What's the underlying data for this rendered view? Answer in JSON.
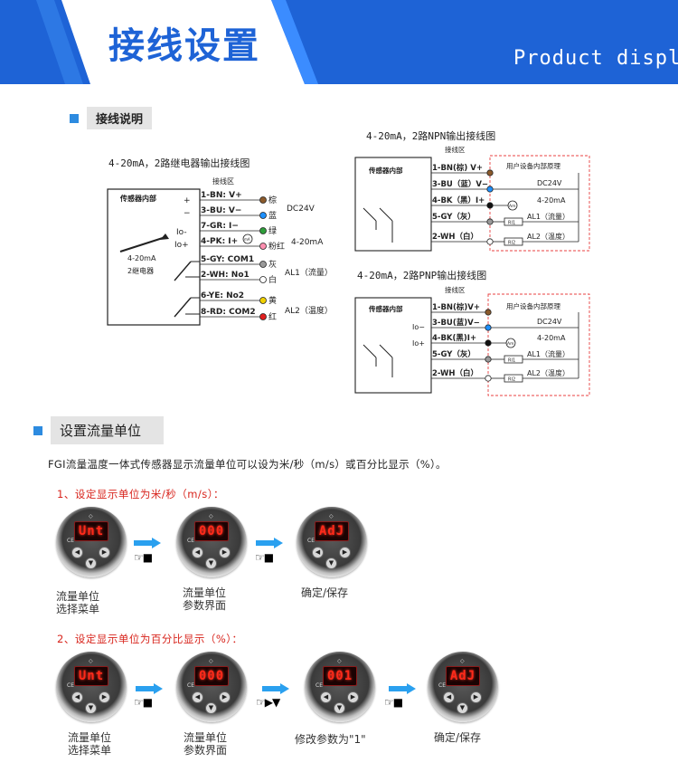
{
  "banner": {
    "title": "接线设置",
    "subtitle": "Product display",
    "color": "#1e63d6"
  },
  "wiring_section": {
    "heading": "接线说明",
    "relay_diagram": {
      "title": "4-20mA，2路继电器输出接线图",
      "terminal_area": "接线区",
      "sensor_inside": "传感器内部",
      "plus": "+",
      "minus": "−",
      "io_minus": "Io-",
      "io_plus": "Io+",
      "ma_label": "4-20mA",
      "relay_label": "2继电器",
      "ma_meter": "mA",
      "terminals": [
        {
          "label": "1-BN: V+",
          "color_name": "棕",
          "dot": "#8b5a2b"
        },
        {
          "label": "3-BU: V−",
          "color_name": "蓝",
          "dot": "#1e90ff"
        },
        {
          "label": "7-GR: I−",
          "color_name": "绿",
          "dot": "#2e9e3a"
        },
        {
          "label": "4-PK: I+",
          "color_name": "粉红",
          "dot": "#ff8fb0"
        },
        {
          "label": "5-GY: COM1",
          "color_name": "灰",
          "dot": "#9a9a9a"
        },
        {
          "label": "2-WH: No1",
          "color_name": "白",
          "dot": "#ffffff"
        },
        {
          "label": "6-YE: No2",
          "color_name": "黄",
          "dot": "#f0d000"
        },
        {
          "label": "8-RD: COM2",
          "color_name": "红",
          "dot": "#e01e1e"
        }
      ],
      "right_labels": {
        "dc": "DC24V",
        "ma": "4-20mA",
        "al1": "AL1（流量）",
        "al2": "AL2（温度）"
      }
    },
    "npn_diagram": {
      "title": "4-20mA，2路NPN输出接线图",
      "terminal_area": "接线区",
      "sensor_inside": "传感器内部",
      "user_box": "用户设备内部原理",
      "terminals": [
        {
          "label": "1-BN(棕) V+",
          "dot": "#8b5a2b"
        },
        {
          "label": "3-BU（蓝）V−",
          "dot": "#1e90ff"
        },
        {
          "label": "4-BK（黑）I+",
          "dot": "#111111"
        },
        {
          "label": "5-GY（灰）",
          "dot": "#9a9a9a"
        },
        {
          "label": "2-WH（白）",
          "dot": "#ffffff"
        }
      ],
      "dc": "DC24V",
      "ma": "4-20mA",
      "meter": "Am",
      "al1": "AL1（流量）",
      "al2": "AL2（温度）",
      "ri1": "RI1",
      "ri2": "RI2"
    },
    "pnp_diagram": {
      "title": "4-20mA，2路PNP输出接线图",
      "terminal_area": "接线区",
      "sensor_inside": "传感器内部",
      "user_box": "用户设备内部原理",
      "io_minus": "Io−",
      "io_plus": "Io+",
      "terminals": [
        {
          "label": "1-BN(棕)V+",
          "dot": "#8b5a2b"
        },
        {
          "label": "3-BU(蓝)V−",
          "dot": "#1e90ff"
        },
        {
          "label": "4-BK(黑)I+",
          "dot": "#111111"
        },
        {
          "label": "5-GY（灰）",
          "dot": "#9a9a9a"
        },
        {
          "label": "2-WH（白）",
          "dot": "#ffffff"
        }
      ],
      "dc": "DC24V",
      "ma": "4-20mA",
      "meter": "Am",
      "al1": "AL1（流量）",
      "al2": "AL2（温度）",
      "ri1": "RI1",
      "ri2": "RI2"
    }
  },
  "unit_section": {
    "heading": "设置流量单位",
    "intro": "FGI流量温度一体式传感器显示流量单位可以设为米/秒（m/s）或百分比显示（%）。",
    "step1": {
      "title": "1、设定显示单位为米/秒（m/s）：",
      "devices": [
        {
          "display": "Unt",
          "caption_1": "流量单位",
          "caption_2": "选择菜单"
        },
        {
          "display": "000",
          "caption_1": "流量单位",
          "caption_2": "参数界面"
        },
        {
          "display": "AdJ",
          "caption_1": "确定/保存",
          "caption_2": ""
        }
      ],
      "actions": [
        "☞■",
        "☞■"
      ]
    },
    "step2": {
      "title": "2、设定显示单位为百分比显示（%）：",
      "devices": [
        {
          "display": "Unt",
          "caption_1": "流量单位",
          "caption_2": "选择菜单"
        },
        {
          "display": "000",
          "caption_1": "流量单位",
          "caption_2": "参数界面"
        },
        {
          "display": "001",
          "caption_1": "修改参数为\"1\"",
          "caption_2": ""
        },
        {
          "display": "AdJ",
          "caption_1": "确定/保存",
          "caption_2": ""
        }
      ],
      "actions": [
        "☞■",
        "☞▶▼",
        "☞■"
      ]
    },
    "device_marks": {
      "ce": "CE",
      "top": "◇",
      "btn_left": "◀",
      "btn_right": "▶",
      "btn_down": "▼"
    }
  }
}
